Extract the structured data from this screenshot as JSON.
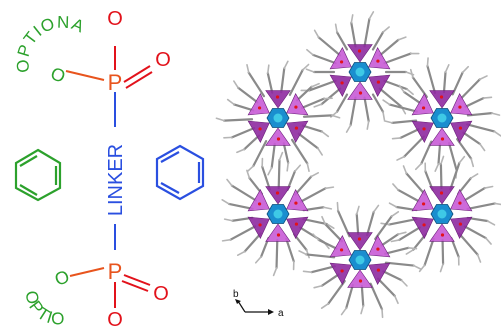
{
  "schematic": {
    "top_phosphinoyl": {
      "phosphorus": "P",
      "oxo_oxygen": "O",
      "top_oxygen": "O",
      "optional_oxygen": "O",
      "optional_label": "OPTIONAL"
    },
    "linker_label": "LINKER",
    "bottom_phosphinoyl": {
      "phosphorus": "P",
      "oxo_oxygen": "O",
      "bottom_oxygen": "O",
      "optional_oxygen": "O",
      "optional_label": "OPTIONAL"
    },
    "colors": {
      "phosphorus": "#e8541d",
      "oxygen": "#e2121b",
      "optional": "#2ca12c",
      "linker": "#2a4fe0",
      "benzene_left": "#2ca12c",
      "benzene_right": "#2a4fe0"
    }
  },
  "crystal_structure": {
    "description_of_units": "six hexameric cluster nodes around a central pore",
    "axes": {
      "b_label": "b",
      "a_label": "a"
    },
    "colors": {
      "polyhedra": "#c85bd6",
      "polyhedra_dark": "#8e2aa0",
      "core": "#1a8ecf",
      "core_light": "#3ec9e6",
      "ligand": "#8a8a8a",
      "oxygen_atom": "#e2121b"
    }
  }
}
